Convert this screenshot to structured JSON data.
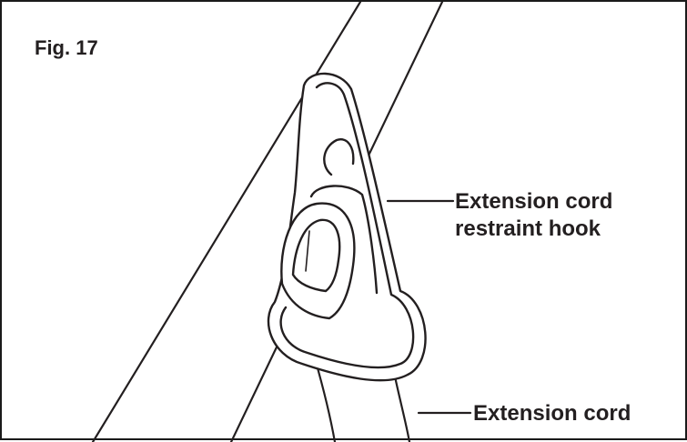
{
  "figure": {
    "label": "Fig. 17"
  },
  "callouts": {
    "hook_line1": "Extension cord",
    "hook_line2": "restraint hook",
    "cord": "Extension cord"
  },
  "colors": {
    "stroke": "#231f20",
    "background": "#ffffff"
  }
}
